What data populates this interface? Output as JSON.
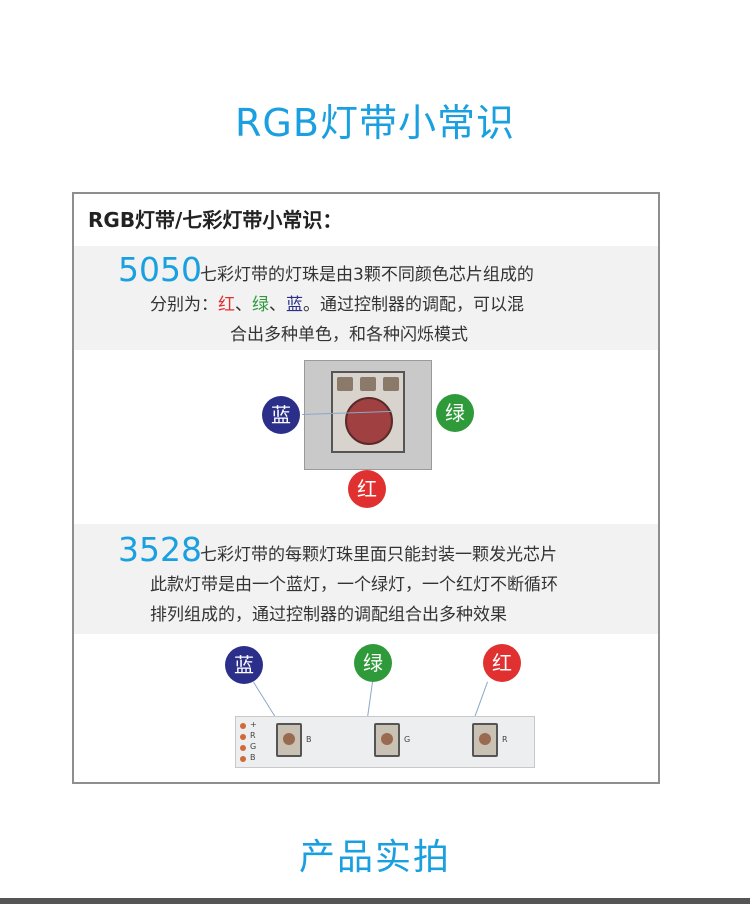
{
  "heading_top": "RGB灯带小常识",
  "heading_bottom": "产品实拍",
  "card": {
    "title": "RGB灯带/七彩灯带小常识：",
    "sec5050": {
      "number": "5050",
      "line1": "七彩灯带的灯珠是由3颗不同颜色芯片组成的",
      "line2_prefix": "分别为：",
      "c_red": "红",
      "sep1": "、",
      "c_green": "绿",
      "sep2": "、",
      "c_blue": "蓝",
      "line2_suffix": "。通过控制器的调配，可以混",
      "line3": "合出多种单色，和各种闪烁模式"
    },
    "sec3528": {
      "number": "3528",
      "line1": "七彩灯带的每颗灯珠里面只能封装一颗发光芯片",
      "line2": "此款灯带是由一个蓝灯，一个绿灯，一个红灯不断循环",
      "line3": "排列组成的，通过控制器的调配组合出多种效果"
    },
    "badges": {
      "blue": "蓝",
      "green": "绿",
      "red": "红"
    },
    "strip_labels": {
      "plus": "+",
      "r": "R",
      "g": "G",
      "b": "B",
      "led_b": "B",
      "led_g": "G",
      "led_r": "R"
    }
  },
  "colors": {
    "accent": "#1aa0e0",
    "red": "#e03030",
    "green": "#2f9a3a",
    "blue": "#2b2f8a"
  }
}
